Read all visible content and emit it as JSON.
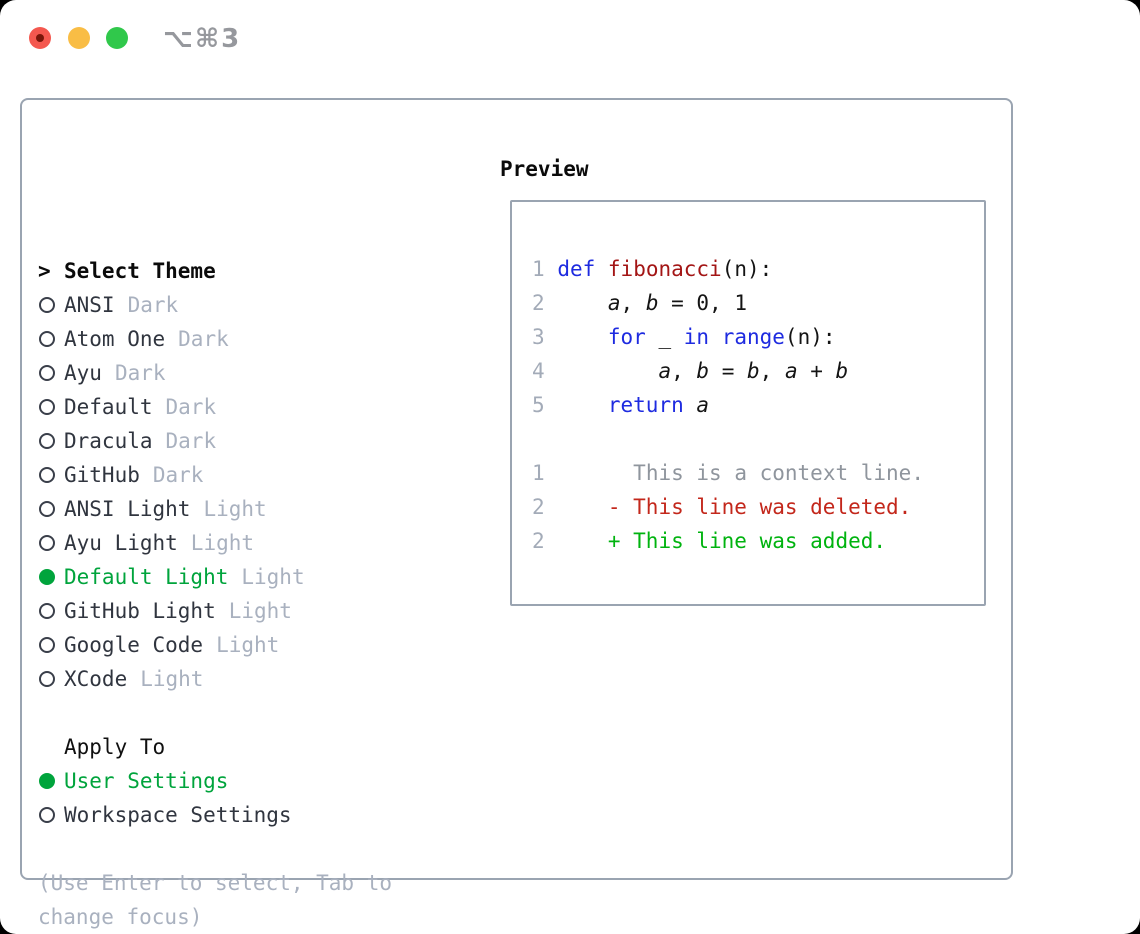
{
  "window": {
    "shortcut_label": "⌥⌘3"
  },
  "theme_selector": {
    "cursor": ">",
    "title": "Select Theme",
    "items": [
      {
        "name": "ANSI",
        "tag": "Dark",
        "selected": false
      },
      {
        "name": "Atom One",
        "tag": "Dark",
        "selected": false
      },
      {
        "name": "Ayu",
        "tag": "Dark",
        "selected": false
      },
      {
        "name": "Default",
        "tag": "Dark",
        "selected": false
      },
      {
        "name": "Dracula",
        "tag": "Dark",
        "selected": false
      },
      {
        "name": "GitHub",
        "tag": "Dark",
        "selected": false
      },
      {
        "name": "ANSI Light",
        "tag": "Light",
        "selected": false
      },
      {
        "name": "Ayu Light",
        "tag": "Light",
        "selected": false
      },
      {
        "name": "Default Light",
        "tag": "Light",
        "selected": true
      },
      {
        "name": "GitHub Light",
        "tag": "Light",
        "selected": false
      },
      {
        "name": "Google Code",
        "tag": "Light",
        "selected": false
      },
      {
        "name": "XCode",
        "tag": "Light",
        "selected": false
      }
    ]
  },
  "apply_to": {
    "title": "Apply To",
    "options": [
      {
        "name": "User Settings",
        "selected": true
      },
      {
        "name": "Workspace Settings",
        "selected": false
      }
    ]
  },
  "hint": {
    "line1": "(Use Enter to select, Tab to",
    "line2": "change focus)"
  },
  "preview": {
    "title": "Preview",
    "lines": [
      [
        {
          "t": "1",
          "c": "num"
        },
        {
          "t": " ",
          "c": "p"
        },
        {
          "t": "def",
          "c": "kw"
        },
        {
          "t": " ",
          "c": "p"
        },
        {
          "t": "fibonacci",
          "c": "fn"
        },
        {
          "t": "(n):",
          "c": "p"
        }
      ],
      [
        {
          "t": "2",
          "c": "num"
        },
        {
          "t": "     ",
          "c": "p"
        },
        {
          "t": "a",
          "c": "v"
        },
        {
          "t": ", ",
          "c": "p"
        },
        {
          "t": "b",
          "c": "v"
        },
        {
          "t": " = 0, 1",
          "c": "p"
        }
      ],
      [
        {
          "t": "3",
          "c": "num"
        },
        {
          "t": "     ",
          "c": "p"
        },
        {
          "t": "for",
          "c": "kw"
        },
        {
          "t": " _ ",
          "c": "p"
        },
        {
          "t": "in",
          "c": "kw"
        },
        {
          "t": " ",
          "c": "p"
        },
        {
          "t": "range",
          "c": "kw"
        },
        {
          "t": "(n):",
          "c": "p"
        }
      ],
      [
        {
          "t": "4",
          "c": "num"
        },
        {
          "t": "         ",
          "c": "p"
        },
        {
          "t": "a",
          "c": "v"
        },
        {
          "t": ", ",
          "c": "p"
        },
        {
          "t": "b",
          "c": "v"
        },
        {
          "t": " = ",
          "c": "p"
        },
        {
          "t": "b",
          "c": "v"
        },
        {
          "t": ", ",
          "c": "p"
        },
        {
          "t": "a",
          "c": "v"
        },
        {
          "t": " + ",
          "c": "p"
        },
        {
          "t": "b",
          "c": "v"
        }
      ],
      [
        {
          "t": "5",
          "c": "num"
        },
        {
          "t": "     ",
          "c": "p"
        },
        {
          "t": "return",
          "c": "kw"
        },
        {
          "t": " ",
          "c": "p"
        },
        {
          "t": "a",
          "c": "v"
        }
      ],
      [],
      [
        {
          "t": "1",
          "c": "num"
        },
        {
          "t": "       ",
          "c": "p"
        },
        {
          "t": "This is a context line.",
          "c": "ctx"
        }
      ],
      [
        {
          "t": "2",
          "c": "num"
        },
        {
          "t": "     ",
          "c": "p"
        },
        {
          "t": "- This line was deleted.",
          "c": "del"
        }
      ],
      [
        {
          "t": "2",
          "c": "num"
        },
        {
          "t": "     ",
          "c": "p"
        },
        {
          "t": "+ This line was added.",
          "c": "add"
        }
      ]
    ]
  },
  "colors": {
    "selected_green": "#00a43c",
    "added_green": "#00b30f",
    "deleted_red": "#c3271b",
    "keyword_blue": "#1e2be0",
    "function_red": "#a31515",
    "muted_gray": "#a9b1bf",
    "line_number_gray": "#a3abb8",
    "context_gray": "#8f959d",
    "border_gray": "#9aa4b1",
    "traffic_red": "#f4584f",
    "traffic_yellow": "#f9bd45",
    "traffic_green": "#30c84b"
  }
}
